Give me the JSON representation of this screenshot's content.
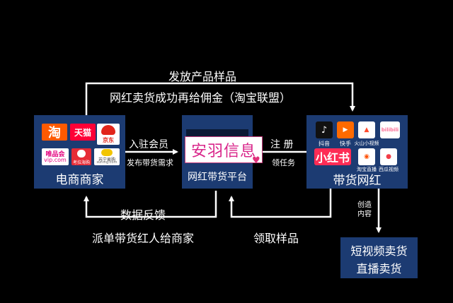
{
  "top_arrow": {
    "line1": "发放产品样品",
    "line2": "网红卖货成功再给佣金（淘宝联盟）"
  },
  "merchant": {
    "label": "电商商家",
    "logos": {
      "taobao": "淘",
      "tmall": "天猫",
      "jd": "京东",
      "vip_cn": "唯品会",
      "vip_en": "vip.com",
      "kaola": "考拉海购",
      "suning": "苏宁易购",
      "suning_en": "suning.com"
    }
  },
  "platform": {
    "brand": "安羽信息",
    "label": "网红带货平台"
  },
  "influencer": {
    "label": "带货网红",
    "apps": {
      "douyin": "抖音",
      "kuaishou": "快手",
      "huoshan": "火山小视频",
      "bilibili": "bilibili",
      "xiaohongshu": "小红书",
      "taobao_live": "淘宝直播",
      "xigua": "西瓜视频"
    }
  },
  "arrows": {
    "join_member": "入驻会员",
    "publish_needs": "发布带货需求",
    "register": "注 册",
    "take_task": "领任务",
    "data_feedback": "数据反馈",
    "dispatch_orders": "派单带货红人给商家",
    "take_samples": "领取样品",
    "create_content": "创造\n内容"
  },
  "output": {
    "line1": "短视频卖货",
    "line2": "直播卖货"
  }
}
